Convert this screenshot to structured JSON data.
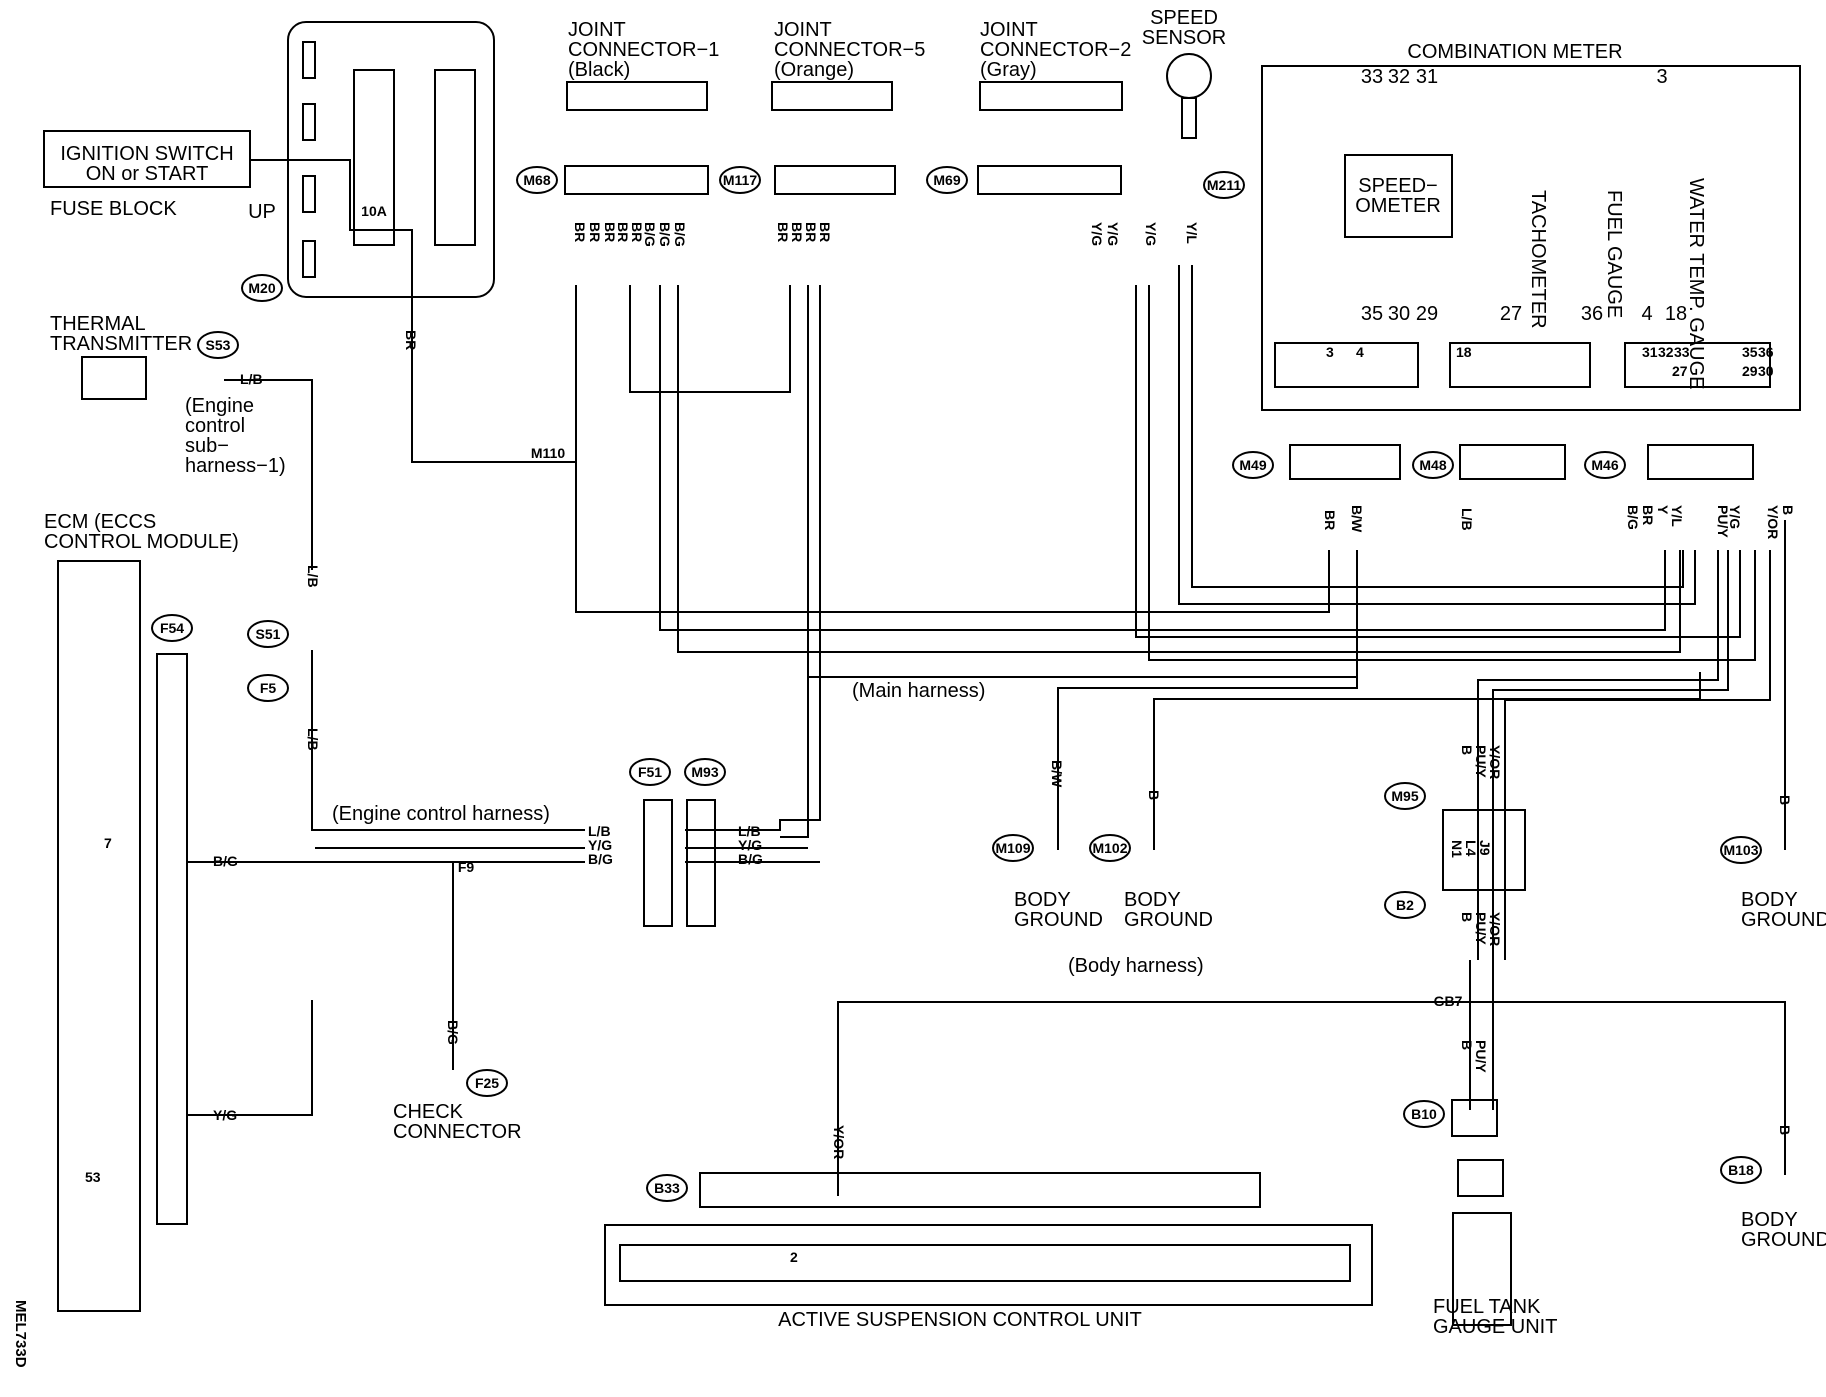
{
  "figure_code": "MEL733D",
  "labels": {
    "ignition_switch": [
      "IGNITION SWITCH",
      "ON or START"
    ],
    "fuse_block": "FUSE BLOCK",
    "up": "UP",
    "fuse": "10A",
    "joint_connector_1": [
      "JOINT",
      "CONNECTOR−1",
      "(Black)"
    ],
    "joint_connector_5": [
      "JOINT",
      "CONNECTOR−5",
      "(Orange)"
    ],
    "joint_connector_2": [
      "JOINT",
      "CONNECTOR−2",
      "(Gray)"
    ],
    "speed_sensor": [
      "SPEED",
      "SENSOR"
    ],
    "combination_meter": "COMBINATION METER",
    "speedometer": [
      "SPEED−",
      "OMETER"
    ],
    "tachometer": "TACHOMETER",
    "fuel_gauge": "FUEL GAUGE",
    "water_temp_gauge": "WATER TEMP. GAUGE",
    "thermal_transmitter": [
      "THERMAL",
      "TRANSMITTER"
    ],
    "engine_sub_harness": [
      "(Engine",
      "control",
      "sub−",
      "harness−1)"
    ],
    "ecm": [
      "ECM (ECCS",
      "CONTROL MODULE)"
    ],
    "main_harness": "(Main harness)",
    "engine_control_harness": "(Engine control harness)",
    "body_harness": "(Body harness)",
    "body_ground": [
      "BODY",
      "GROUND"
    ],
    "check_connector": [
      "CHECK",
      "CONNECTOR"
    ],
    "active_suspension": "ACTIVE SUSPENSION CONTROL UNIT",
    "fuel_tank_gauge_unit": [
      "FUEL TANK",
      "GAUGE UNIT"
    ]
  },
  "connector_ids": {
    "m20": "M20",
    "m68": "M68",
    "m117": "M117",
    "m69": "M69",
    "m211": "M211",
    "s53": "S53",
    "s51": "S51",
    "f5": "F5",
    "f54": "F54",
    "f51": "F51",
    "m93": "M93",
    "m49": "M49",
    "m48": "M48",
    "m46": "M46",
    "m95": "M95",
    "b2": "B2",
    "m109": "M109",
    "m102": "M102",
    "m103": "M103",
    "f25": "F25",
    "b10": "B10",
    "b18": "B18",
    "b33": "B33"
  },
  "splices": {
    "m110": "M110",
    "f9": "F9",
    "gb7": "GB7"
  },
  "meter_pins": {
    "top": [
      "33",
      "32",
      "31",
      "3"
    ],
    "bottom": [
      "35",
      "30",
      "29",
      "27",
      "36",
      "4",
      "18"
    ],
    "connector_a": [
      "3",
      "4"
    ],
    "connector_b": [
      "18"
    ],
    "connector_c": [
      "31",
      "32",
      "33",
      "27",
      "35",
      "36",
      "29",
      "30"
    ]
  },
  "ecm_pins": [
    "7",
    "53"
  ],
  "asc_pin": "2",
  "m95_pins": [
    "J9",
    "L4",
    "N1"
  ],
  "wire_colors": {
    "jc1": [
      "BR",
      "BR",
      "BR",
      "BR",
      "BR",
      "B/G",
      "B/G",
      "B/G"
    ],
    "jc5": [
      "BR",
      "BR",
      "BR",
      "BR"
    ],
    "jc2": [
      "Y/G",
      "Y/G",
      "Y/G"
    ],
    "speed_sensor": "Y/L",
    "fuse_out": "BR",
    "thermal": "L/B",
    "s51_top": "L/B",
    "s51_bottom": "L/B",
    "ecm_7": "B/G",
    "ecm_53": "Y/G",
    "f51": [
      "L/B",
      "Y/G",
      "B/G"
    ],
    "m93": [
      "L/B",
      "Y/G",
      "B/G"
    ],
    "check": "B/G",
    "m49": [
      "BR",
      "B/W"
    ],
    "m48": "L/B",
    "m46": [
      "B/G",
      "BR",
      "Y",
      "Y/L",
      "PU/Y",
      "Y/G",
      "Y/OR",
      "B"
    ],
    "m109": "B/W",
    "m102": "B",
    "m103": "B",
    "m95_top": [
      "B",
      "PU/Y",
      "Y/OR"
    ],
    "m95_bottom": [
      "B",
      "PU/Y",
      "Y/OR"
    ],
    "gb7_down": [
      "B",
      "PU/Y"
    ],
    "b33": "Y/OR",
    "b18": "B"
  }
}
